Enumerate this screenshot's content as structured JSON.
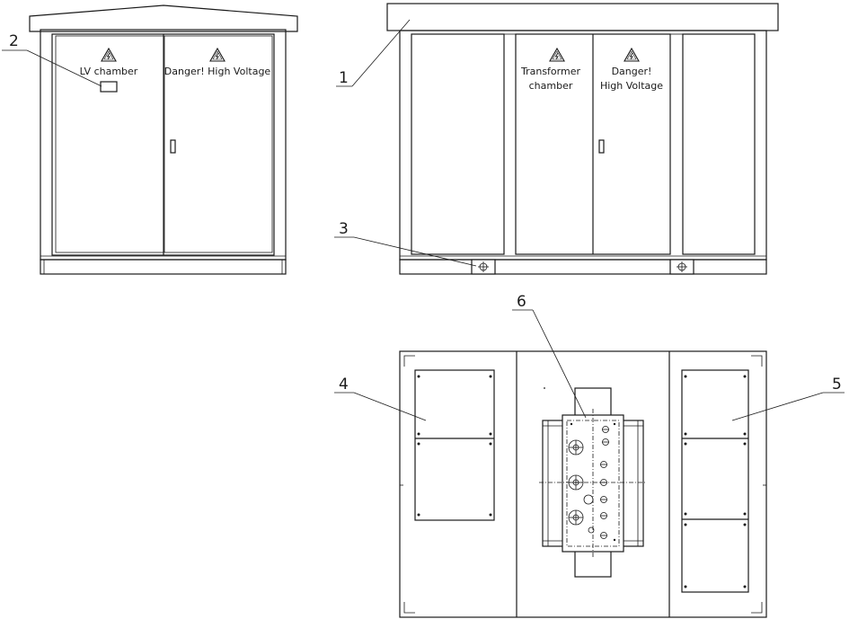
{
  "labels": {
    "lv_chamber": "LV chamber",
    "danger_left": "Danger! High Voltage",
    "transformer_line1": "Transformer",
    "transformer_line2": "chamber",
    "danger_right_line1": "Danger!",
    "danger_right_line2": "High Voltage"
  },
  "callouts": [
    "1",
    "2",
    "3",
    "4",
    "5",
    "6"
  ],
  "icons": {
    "warning": "high-voltage-warning-icon"
  },
  "colors": {
    "line": "#1a1a1a",
    "background": "#ffffff"
  }
}
